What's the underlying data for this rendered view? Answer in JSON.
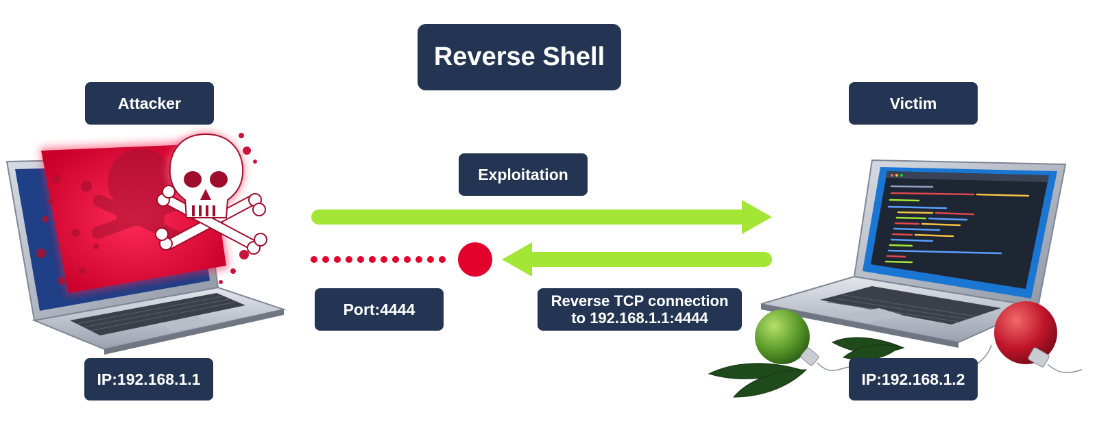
{
  "diagram": {
    "title": "Reverse Shell",
    "attacker": {
      "label": "Attacker",
      "ip": "IP:192.168.1.1"
    },
    "victim": {
      "label": "Victim",
      "ip": "IP:192.168.1.2"
    },
    "exploitation": {
      "label": "Exploitation"
    },
    "listener": {
      "label": "Port:4444"
    },
    "reverse_connection": {
      "line1": "Reverse TCP connection",
      "line2": "to 192.168.1.1:4444"
    }
  },
  "colors": {
    "label_background": "#233552",
    "label_text": "#ffffff",
    "arrow_green": "#a3e635",
    "port_red": "#e2002d",
    "attacker_screen_red": "#e8173f",
    "victim_screen_blue": "#1976d2",
    "laptop_silver": "#c8ccd6"
  },
  "icons": {
    "attacker_device": "laptop-icon",
    "attack_symbol": "skull-crossbones-icon",
    "victim_device": "laptop-icon",
    "decoration": "christmas-ornament-icon"
  }
}
